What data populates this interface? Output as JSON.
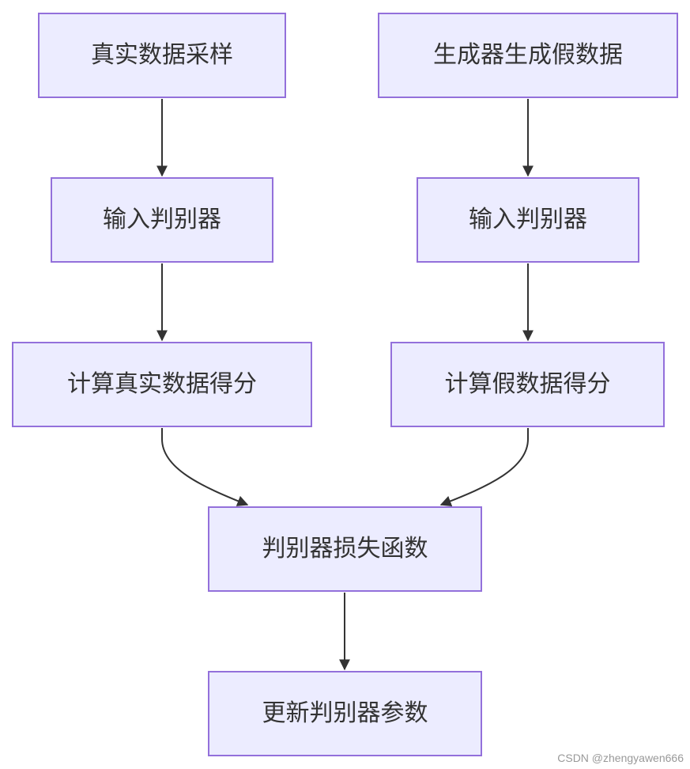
{
  "nodes": {
    "real_sample": "真实数据采样",
    "generator_fake": "生成器生成假数据",
    "input_discriminator_real": "输入判别器",
    "input_discriminator_fake": "输入判别器",
    "score_real": "计算真实数据得分",
    "score_fake": "计算假数据得分",
    "discriminator_loss": "判别器损失函数",
    "update_params": "更新判别器参数"
  },
  "watermark": "CSDN @zhengyawen666",
  "colors": {
    "node_fill": "#ececff",
    "node_border": "#9370db",
    "edge": "#333333",
    "text": "#333333"
  }
}
